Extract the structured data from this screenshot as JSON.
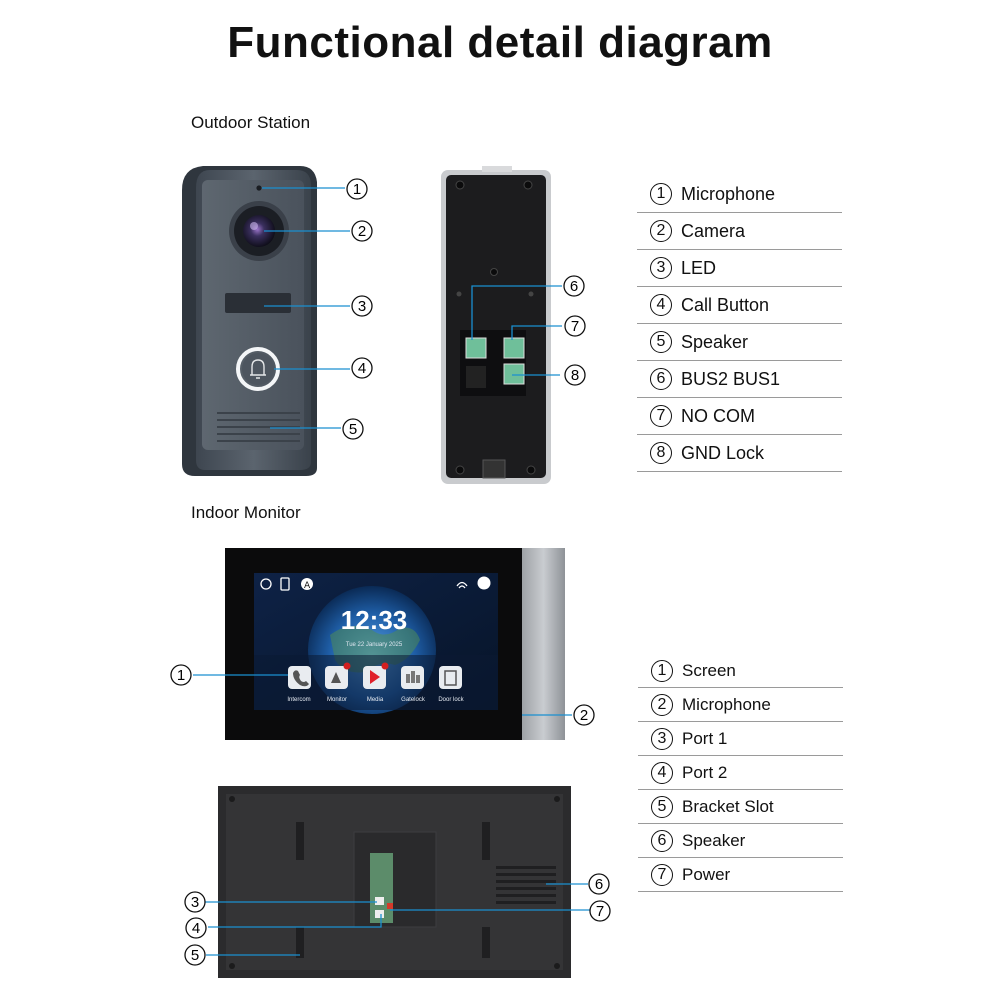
{
  "title": "Functional detail diagram",
  "outdoor": {
    "label": "Outdoor Station",
    "legend": [
      {
        "n": "1",
        "label": "Microphone"
      },
      {
        "n": "2",
        "label": "Camera"
      },
      {
        "n": "3",
        "label": "LED"
      },
      {
        "n": "4",
        "label": "Call Button"
      },
      {
        "n": "5",
        "label": "Speaker"
      },
      {
        "n": "6",
        "label": "BUS2 BUS1"
      },
      {
        "n": "7",
        "label": "NO COM"
      },
      {
        "n": "8",
        "label": "GND Lock"
      }
    ]
  },
  "indoor": {
    "label": "Indoor Monitor",
    "legend": [
      {
        "n": "1",
        "label": "Screen"
      },
      {
        "n": "2",
        "label": "Microphone"
      },
      {
        "n": "3",
        "label": "Port 1"
      },
      {
        "n": "4",
        "label": "Port 2"
      },
      {
        "n": "5",
        "label": "Bracket Slot"
      },
      {
        "n": "6",
        "label": "Speaker"
      },
      {
        "n": "7",
        "label": "Power"
      }
    ],
    "screen": {
      "time": "12:33",
      "date": "Tue 22 January 2025",
      "apps": [
        "Intercom",
        "Monitor",
        "Media",
        "Gatelock",
        "Door lock"
      ]
    }
  },
  "callouts": {
    "c1": "1",
    "c2": "2",
    "c3": "3",
    "c4": "4",
    "c5": "5",
    "c6": "6",
    "c7": "7",
    "c8": "8",
    "m1": "1",
    "m2": "2",
    "m3": "3",
    "m4": "4",
    "m5": "5",
    "m6": "6",
    "m7": "7"
  }
}
